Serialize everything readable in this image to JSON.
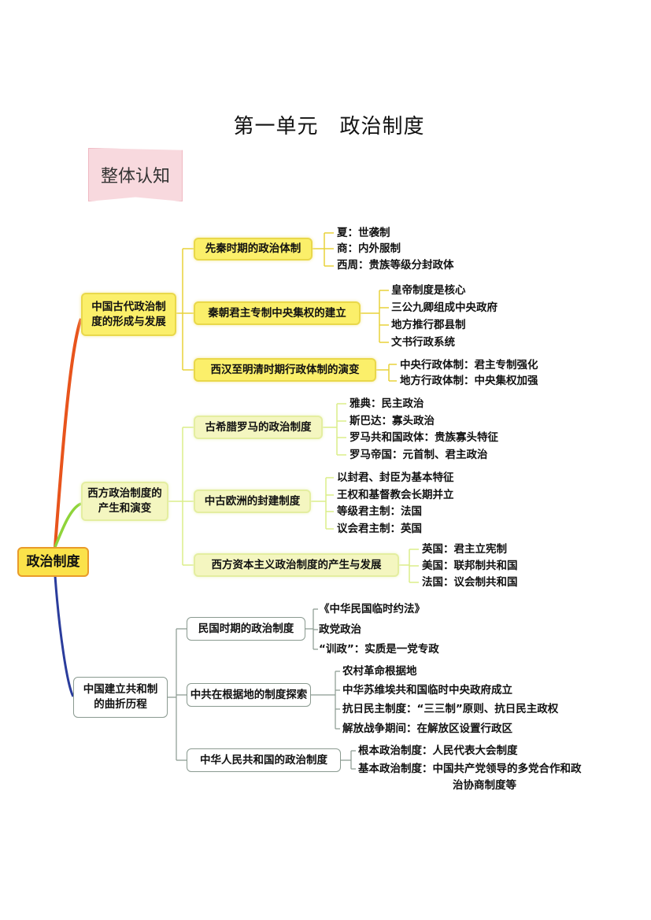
{
  "title": "第一单元　政治制度",
  "badge": "整体认知",
  "root": "政治制度",
  "branches": [
    {
      "label": "中国古代政治制度的形成与发展",
      "children": [
        {
          "label": "先秦时期的政治体制",
          "items": [
            "夏：世袭制",
            "商：内外服制",
            "西周：贵族等级分封政体"
          ]
        },
        {
          "label": "秦朝君主专制中央集权的建立",
          "items": [
            "皇帝制度是核心",
            "三公九卿组成中央政府",
            "地方推行郡县制",
            "文书行政系统"
          ]
        },
        {
          "label": "西汉至明清时期行政体制的演变",
          "items": [
            "中央行政体制：君主专制强化",
            "地方行政体制：中央集权加强"
          ]
        }
      ]
    },
    {
      "label": "西方政治制度的产生和演变",
      "children": [
        {
          "label": "古希腊罗马的政治制度",
          "items": [
            "雅典：民主政治",
            "斯巴达：寡头政治",
            "罗马共和国政体：贵族寡头特征",
            "罗马帝国：元首制、君主政治"
          ]
        },
        {
          "label": "中古欧洲的封建制度",
          "items": [
            "以封君、封臣为基本特征",
            "王权和基督教会长期并立",
            "等级君主制：法国",
            "议会君主制：英国"
          ]
        },
        {
          "label": "西方资本主义政治制度的产生与发展",
          "items": [
            "英国：君主立宪制",
            "美国：联邦制共和国",
            "法国：议会制共和国"
          ]
        }
      ]
    },
    {
      "label": "中国建立共和制的曲折历程",
      "children": [
        {
          "label": "民国时期的政治制度",
          "items": [
            "《中华民国临时约法》",
            "政党政治",
            "“训政”：实质是一党专政"
          ]
        },
        {
          "label": "中共在根据地的制度探索",
          "items": [
            "农村革命根据地",
            "中华苏维埃共和国临时中央政府成立",
            "抗日民主制度：“三三制”原则、抗日民主政权",
            "解放战争期间：在解放区设置行政区"
          ]
        },
        {
          "label": "中华人民共和国的政治制度",
          "items": [
            "根本政治制度：人民代表大会制度",
            "基本政治制度：中国共产党领导的多党合作和政",
            "治协商制度等"
          ]
        }
      ]
    }
  ]
}
